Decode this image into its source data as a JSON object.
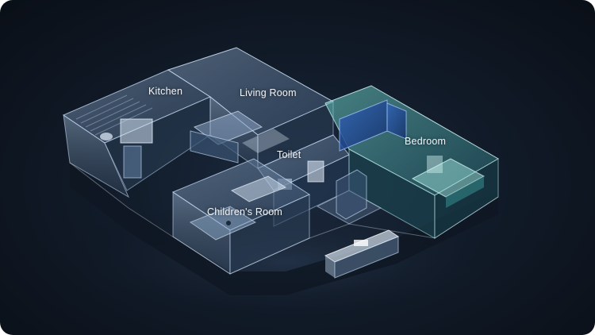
{
  "colors": {
    "background": "#111b29",
    "wall_edge": "#cfe6ff",
    "glass": "#6f8fb3",
    "bedroom_glow": "#3fa9a6",
    "label": "#f2f6fb"
  },
  "rooms": [
    {
      "id": "kitchen",
      "label": "Kitchen"
    },
    {
      "id": "living-room",
      "label": "Living Room"
    },
    {
      "id": "toilet",
      "label": "Toilet"
    },
    {
      "id": "bedroom",
      "label": "Bedroom"
    },
    {
      "id": "childrens-room",
      "label": "Children's Room"
    }
  ]
}
